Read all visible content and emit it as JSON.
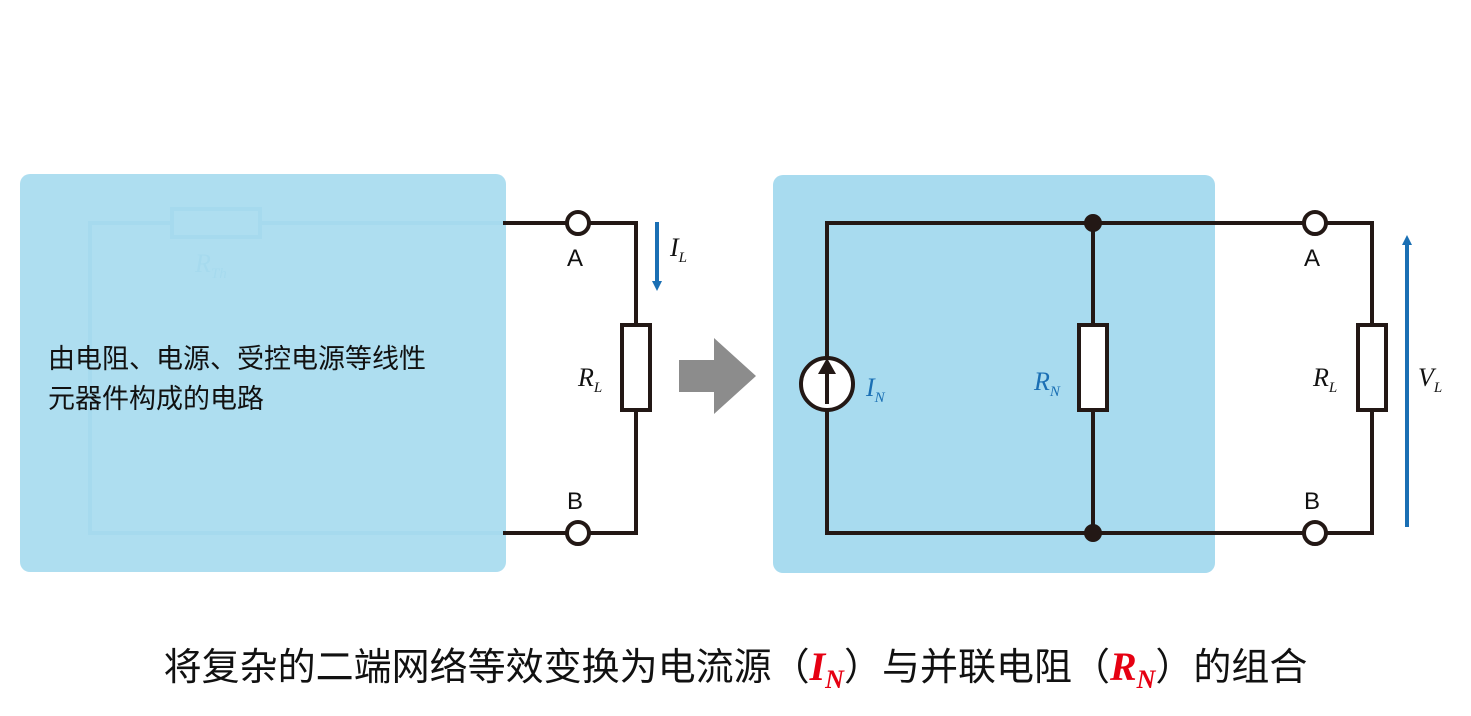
{
  "colors": {
    "panel": "#a8dbef",
    "wire": "#231815",
    "blue_accent": "#1a6fb4",
    "red_accent": "#e60012",
    "arrow": "#8c8c8c"
  },
  "left": {
    "description_line1": "由电阻、电源、受控电源等线性",
    "description_line2": "元器件构成的电路",
    "rth": {
      "main": "R",
      "sub": "Th"
    },
    "terminal_a": "A",
    "terminal_b": "B",
    "current": {
      "main": "I",
      "sub": "L"
    },
    "load": {
      "main": "R",
      "sub": "L"
    }
  },
  "right": {
    "source": {
      "main": "I",
      "sub": "N"
    },
    "resistor": {
      "main": "R",
      "sub": "N"
    },
    "terminal_a": "A",
    "terminal_b": "B",
    "load": {
      "main": "R",
      "sub": "L"
    },
    "voltage": {
      "main": "V",
      "sub": "L"
    }
  },
  "caption": {
    "part1": "将复杂的二端网络等效变换为电流源（",
    "in_main": "I",
    "in_sub": "N",
    "part2": "）与并联电阻（",
    "rn_main": "R",
    "rn_sub": "N",
    "part3": "）的组合"
  }
}
